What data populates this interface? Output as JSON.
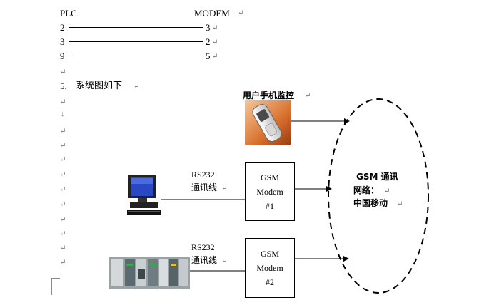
{
  "wiring": {
    "header_left": "PLC",
    "header_right": "MODEM",
    "rows": [
      {
        "left": "2",
        "right": "3"
      },
      {
        "left": "3",
        "right": "2"
      },
      {
        "left": "9",
        "right": "5"
      }
    ]
  },
  "section": {
    "number": "5.",
    "title": "系统图如下"
  },
  "diagram": {
    "phone_label": "用户手机监控",
    "cable1": {
      "line1": "RS232",
      "line2": "通讯线"
    },
    "cable2": {
      "line1": "RS232",
      "line2": "通讯线"
    },
    "modem1": {
      "line1": "GSM",
      "line2": "Modem",
      "line3": "#1"
    },
    "modem2": {
      "line1": "GSM",
      "line2": "Modem",
      "line3": "#2"
    },
    "network": {
      "line1": "GSM 通讯",
      "line2": "网络：",
      "line3": "中国移动"
    }
  },
  "paragraph_mark": "↵"
}
